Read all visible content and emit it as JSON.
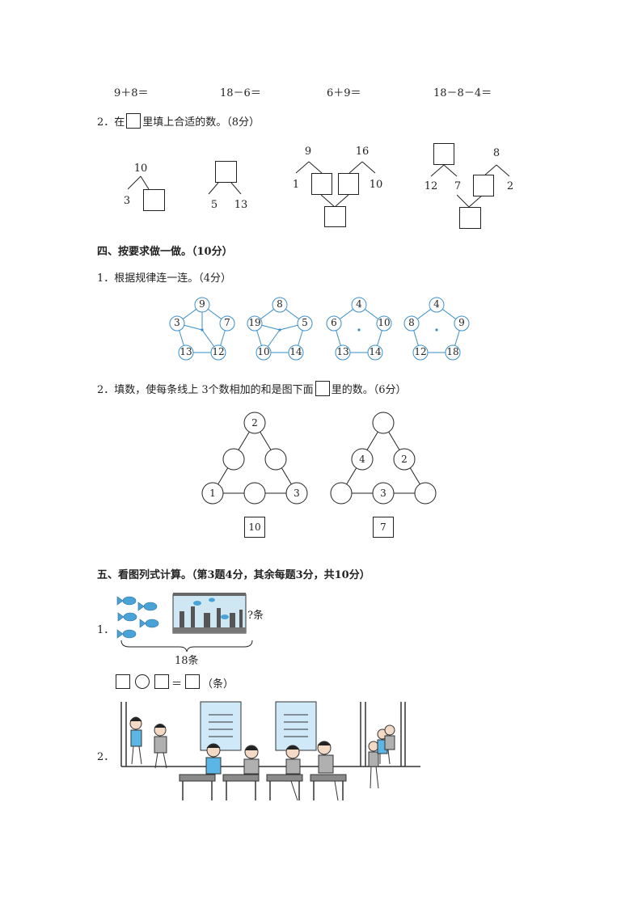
{
  "top_row": [
    "9＋8＝",
    "18－6＝",
    "6＋9＝",
    "18－8－4＝"
  ],
  "q2": {
    "prefix": "2．在",
    "suffix": "里填上合适的数。（8分）"
  },
  "trees": {
    "t1": {
      "top": "10",
      "left": "3"
    },
    "t2": {
      "left": "5",
      "right": "13"
    },
    "t3": {
      "a": "9",
      "b": "16",
      "left": "1",
      "right": "10"
    },
    "t4": {
      "b": "8",
      "left": "12",
      "mid": "7",
      "right": "2"
    }
  },
  "section4": {
    "title": "四、按要求做一做。（10分）",
    "q1": "1．根据规律连一连。（4分）",
    "pentagons": [
      {
        "top": "9",
        "left": "3",
        "right": "7",
        "bl": "13",
        "br": "12"
      },
      {
        "top": "8",
        "left": "19",
        "right": "5",
        "bl": "10",
        "br": "14"
      },
      {
        "top": "4",
        "left": "6",
        "right": "10",
        "bl": "13",
        "br": "14"
      },
      {
        "top": "4",
        "left": "8",
        "right": "9",
        "bl": "12",
        "br": "18"
      }
    ],
    "q2_prefix": "2．填数，使每条线上 3个数相加的和是图下面",
    "q2_suffix": "里的数。（6分）",
    "triangles": [
      {
        "top": "2",
        "ml": "",
        "mr": "",
        "bl": "1",
        "bm": "",
        "br": "3",
        "target": "10"
      },
      {
        "top": "",
        "ml": "4",
        "mr": "2",
        "bl": "",
        "bm": "3",
        "br": "",
        "target": "7"
      }
    ]
  },
  "section5": {
    "title": "五、看图列式计算。（第3题4分，其余每题3分，共10分）",
    "q1_num": "1．",
    "q1_question": "?条",
    "q1_total": "18条",
    "q1_unit": "（条）",
    "q1_equals": "＝",
    "q2_num": "2．"
  },
  "colors": {
    "fish": "#4aa3d8",
    "circle_stroke": "#3a8fc8",
    "clothes_blue": "#5bb6e6"
  }
}
